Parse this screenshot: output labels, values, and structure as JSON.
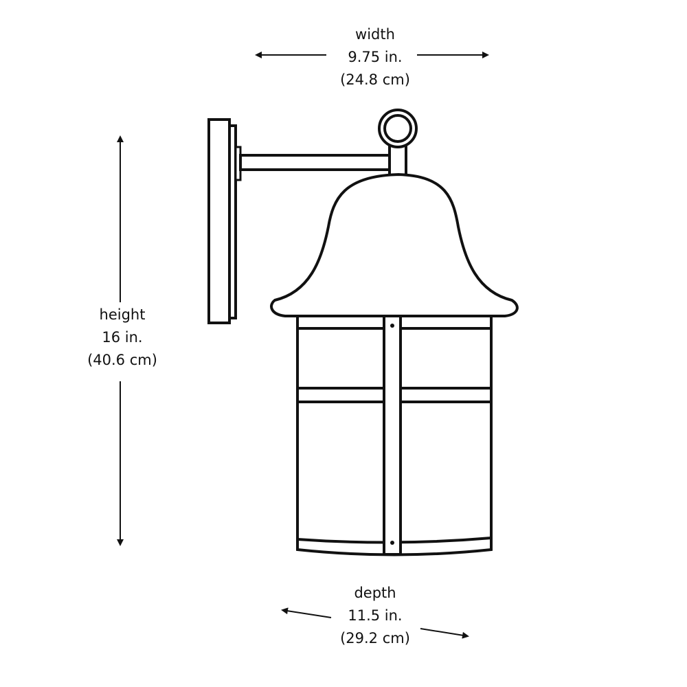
{
  "dimensions": {
    "width": {
      "label": "width",
      "imperial": "9.75 in.",
      "metric": "(24.8 cm)"
    },
    "height": {
      "label": "height",
      "imperial": "16 in.",
      "metric": "(40.6 cm)"
    },
    "depth": {
      "label": "depth",
      "imperial": "11.5 in.",
      "metric": "(29.2 cm)"
    }
  },
  "colors": {
    "line": "#111111",
    "background": "#ffffff"
  }
}
